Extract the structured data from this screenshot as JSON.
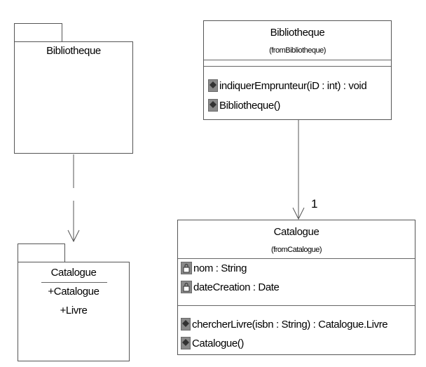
{
  "packages": {
    "bibliotheque": {
      "name": "Bibliotheque"
    },
    "catalogue": {
      "name": "Catalogue",
      "contents": [
        "+Catalogue",
        "+Livre"
      ]
    }
  },
  "classes": {
    "bibliotheque": {
      "name": "Bibliotheque",
      "stereotype": "(fromBibliotheque)",
      "attributes": [],
      "operations": [
        "indiquerEmprunteur(iD : int) : void",
        "Bibliotheque()"
      ]
    },
    "catalogue": {
      "name": "Catalogue",
      "stereotype": "(fromCatalogue)",
      "attributes": [
        "nom : String",
        "dateCreation : Date"
      ],
      "operations": [
        "chercherLivre(isbn : String) : Catalogue.Livre",
        "Catalogue()"
      ]
    }
  },
  "association": {
    "multiplicity": "1"
  },
  "icons": {
    "operation": "public-operation-icon",
    "attribute": "private-attribute-lock-icon"
  },
  "colors": {
    "line": "#555555",
    "icon_fill": "#8a8a8a"
  }
}
